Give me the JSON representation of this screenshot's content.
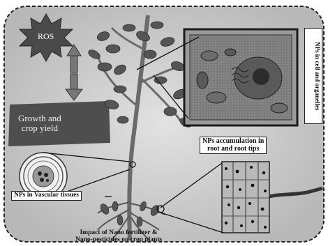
{
  "labels": {
    "ros": "ROS",
    "growth": "Growth and\ncrop yield",
    "nps_cell": "NPs in cell and organelles",
    "nps_root": "NPs accumulation in\nroot and root tips",
    "nps_vascular": "NPs in Vascular tissues",
    "impact": "Impact of Nano fertilizer &\nNano-pesticides on crop plants"
  },
  "colors": {
    "frame_bg": "#c9c9c9",
    "leaf": "#555555",
    "stem": "#6a6a6a",
    "cell_bg": "#9a9a9a",
    "ros_star": "#4a4a4a"
  }
}
